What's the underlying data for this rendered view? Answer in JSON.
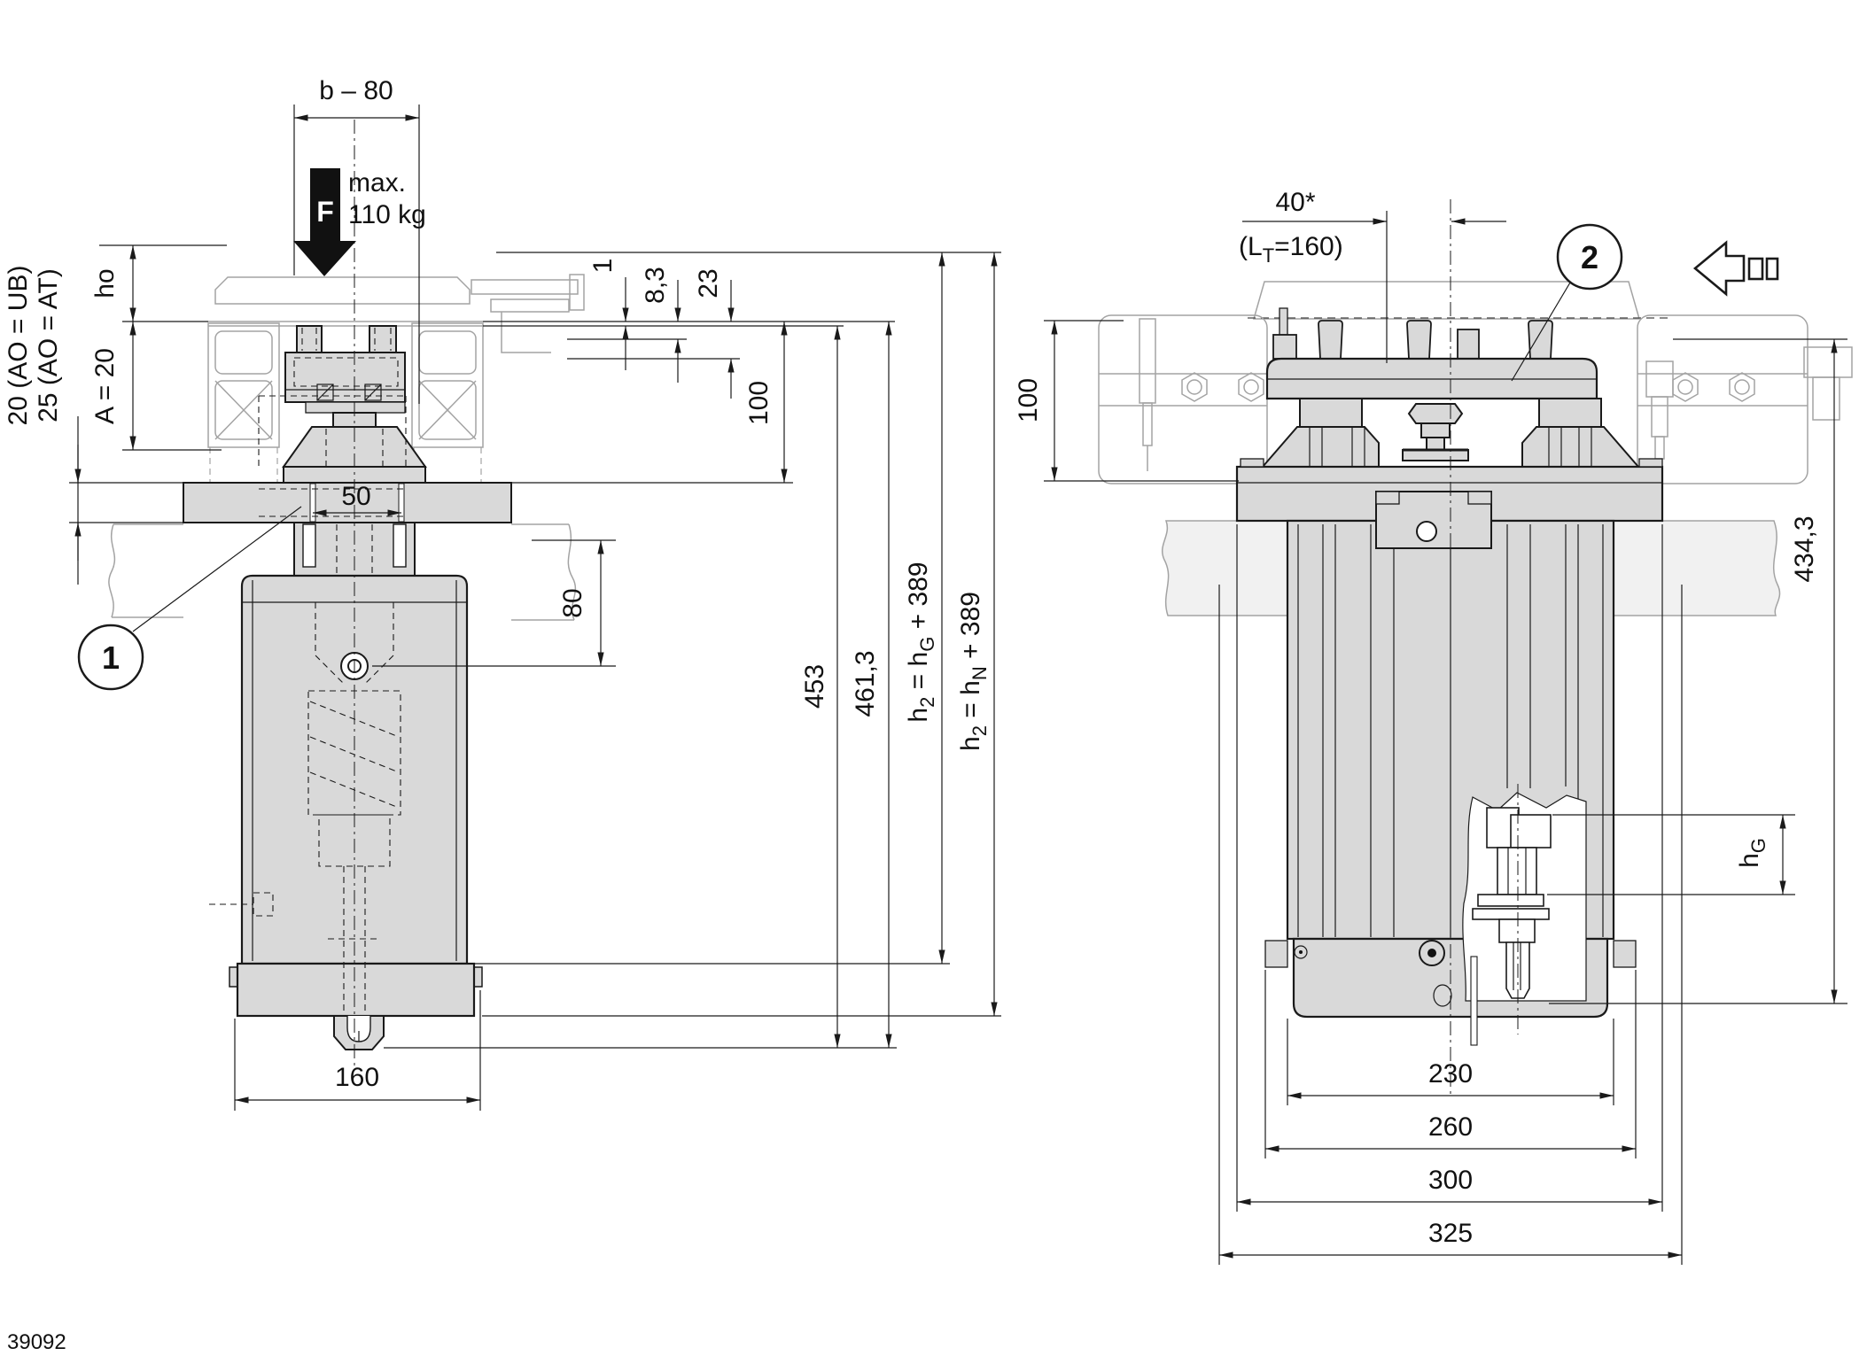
{
  "page": {
    "figure_number": "39092"
  },
  "colors": {
    "part_fill": "#d9d9d9",
    "line_color": "#1a1a1a",
    "background_machinery": "#a3a3a3"
  },
  "left_view": {
    "dim_b80": "b – 80",
    "force": {
      "symbol": "F",
      "line1": "max.",
      "line2": "110 kg"
    },
    "dim_ho": "ho",
    "dim_a": "A = 20",
    "note_ub": "20 (AO = UB)",
    "note_at": "25 (AO = AT)",
    "dim_50": "50",
    "dim_80": "80",
    "dim_1": "1",
    "dim_8_3": "8,3",
    "dim_23": "23",
    "dim_100": "100",
    "dim_453": "453",
    "dim_461_3": "461,3",
    "dim_h2g": {
      "p1": "h",
      "s1": "2",
      "p2": " = h",
      "s2": "G",
      "p3": " + 389"
    },
    "dim_h2n": {
      "p1": "h",
      "s1": "2",
      "p2": " = h",
      "s2": "N",
      "p3": " + 389"
    },
    "dim_160": "160",
    "callout_1": "1"
  },
  "right_view": {
    "dim_40": "40*",
    "dim_lt": {
      "p1": "(L",
      "s1": "T",
      "p2": "=160)"
    },
    "callout_2": "2",
    "dim_100": "100",
    "dim_434_3": "434,3",
    "dim_hg": {
      "p1": "h",
      "s1": "G"
    },
    "dim_230": "230",
    "dim_260": "260",
    "dim_300": "300",
    "dim_325": "325"
  }
}
